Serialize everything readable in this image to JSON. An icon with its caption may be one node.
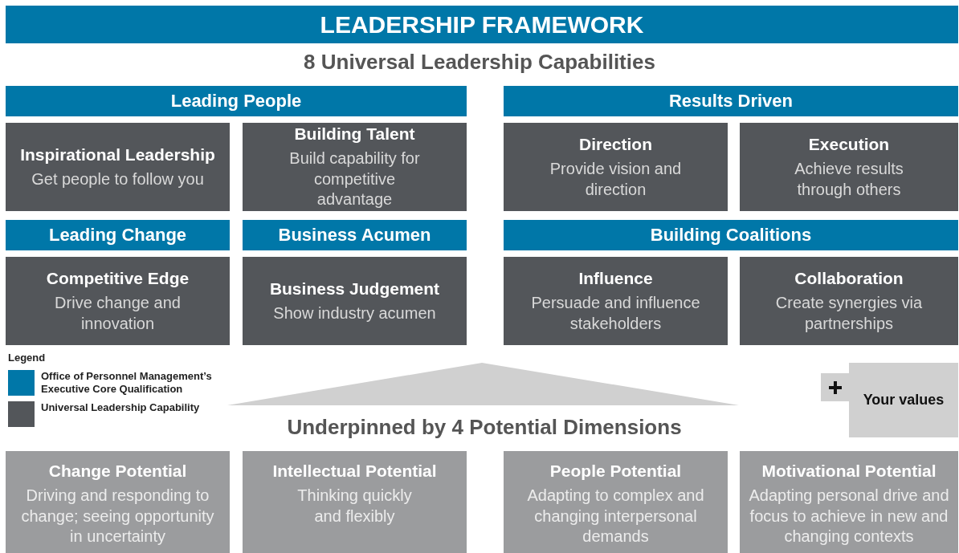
{
  "diagram": {
    "title": "LEADERSHIP FRAMEWORK",
    "nodes": [
      {
        "text": [
          "Leading People"
        ]
      },
      {
        "text": [
          "Results Driven"
        ]
      },
      {
        "text": [
          "Inspirational Leadership",
          "Get people to follow you"
        ]
      },
      {
        "text": [
          "Building Talent",
          "Build capability for competitive advantage"
        ]
      },
      {
        "text": [
          "Direction",
          "Provide vision and direction"
        ]
      },
      {
        "text": [
          "Execution",
          "Achieve results through others"
        ]
      },
      {
        "text": [
          "Leading Change"
        ]
      },
      {
        "text": [
          "Business Acumen"
        ]
      },
      {
        "text": [
          "Building Coalitions"
        ]
      },
      {
        "text": [
          "Competitive Edge",
          "Drive change and innovation"
        ]
      },
      {
        "text": [
          "Business Judgement",
          "Show industry acumen"
        ]
      },
      {
        "text": [
          "Influence",
          "Persuade and influence stakeholders"
        ]
      },
      {
        "text": [
          "Collaboration",
          "Create synergies via partnerships"
        ]
      },
      {
        "text": [
          "Your values"
        ]
      },
      {
        "text": [
          "Change Potential",
          "Driving and responding to change; seeing opportunity in uncertainty"
        ]
      },
      {
        "text": [
          "Intellectual Potential",
          "Thinking quickly and flexibly"
        ]
      },
      {
        "text": [
          "People Potential",
          "Adapting to complex and changing interpersonal demands"
        ]
      },
      {
        "text": [
          "Motivational Potential",
          "Adapting personal drive and focus to achieve in new and changing contexts"
        ]
      },
      {
        "text": [],
        "shape": "triangle"
      }
    ],
    "labels": [
      "8 Universal Leadership Capabilities",
      "Legend",
      "Underpinned by 4 Potential Dimensions"
    ],
    "legend": [
      {
        "text": "Office of Personnel Management’s Executive Core Qualification",
        "color": "#0077a8"
      },
      {
        "text": "Universal Leadership Capability",
        "color": "#53565a"
      }
    ]
  }
}
